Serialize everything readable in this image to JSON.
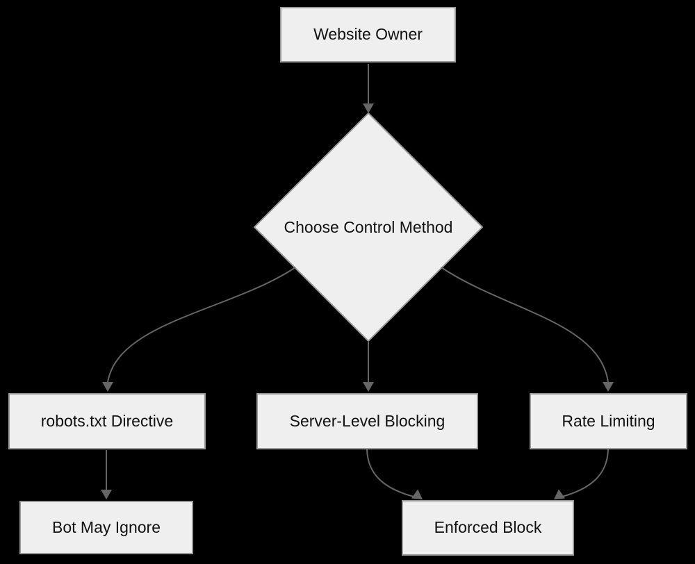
{
  "theme": {
    "background": "#000000",
    "node_fill": "#efefef",
    "node_border": "#999999",
    "edge_color": "#666666",
    "text_color": "#111111"
  },
  "diagram": {
    "type": "flowchart",
    "direction": "top-down",
    "nodes": [
      {
        "id": "website_owner",
        "label": "Website Owner",
        "shape": "rect"
      },
      {
        "id": "choose_control_method",
        "label": "Choose Control Method",
        "shape": "diamond"
      },
      {
        "id": "robots_txt_directive",
        "label": "robots.txt Directive",
        "shape": "rect"
      },
      {
        "id": "server_level_blocking",
        "label": "Server-Level Blocking",
        "shape": "rect"
      },
      {
        "id": "rate_limiting",
        "label": "Rate Limiting",
        "shape": "rect"
      },
      {
        "id": "bot_may_ignore",
        "label": "Bot May Ignore",
        "shape": "rect"
      },
      {
        "id": "enforced_block",
        "label": "Enforced Block",
        "shape": "rect"
      }
    ],
    "edges": [
      {
        "from": "website_owner",
        "to": "choose_control_method"
      },
      {
        "from": "choose_control_method",
        "to": "robots_txt_directive"
      },
      {
        "from": "choose_control_method",
        "to": "server_level_blocking"
      },
      {
        "from": "choose_control_method",
        "to": "rate_limiting"
      },
      {
        "from": "robots_txt_directive",
        "to": "bot_may_ignore"
      },
      {
        "from": "server_level_blocking",
        "to": "enforced_block"
      },
      {
        "from": "rate_limiting",
        "to": "enforced_block"
      }
    ]
  }
}
